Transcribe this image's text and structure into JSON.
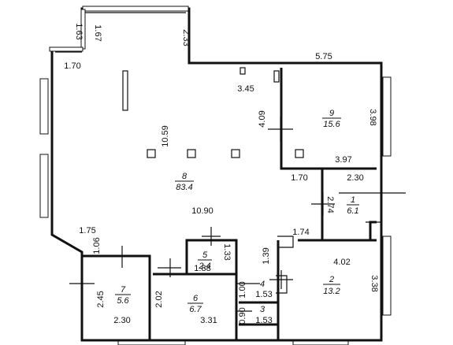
{
  "rooms": [
    {
      "number": "1",
      "area": "6.1"
    },
    {
      "number": "2",
      "area": "13.2"
    },
    {
      "number": "3",
      "area": ""
    },
    {
      "number": "4",
      "area": ""
    },
    {
      "number": "5",
      "area": "2.4"
    },
    {
      "number": "6",
      "area": "6.7"
    },
    {
      "number": "7",
      "area": "5.6"
    },
    {
      "number": "8",
      "area": "83.4"
    },
    {
      "number": "9",
      "area": "15.6"
    }
  ],
  "dimensions": [
    "1.63",
    "1.67",
    "2.33",
    "5.75",
    "1.70",
    "3.45",
    "4.09",
    "3.98",
    "10.59",
    "3.97",
    "1.70",
    "2.30",
    "2.74",
    "10.90",
    "1.75",
    "1.74",
    "1.06",
    "1.33",
    "1.88",
    "1.39",
    "4.02",
    "2.45",
    "2.02",
    "1.00",
    "1.53",
    "3.38",
    "2.30",
    "3.31",
    "0.90",
    "1.53"
  ]
}
